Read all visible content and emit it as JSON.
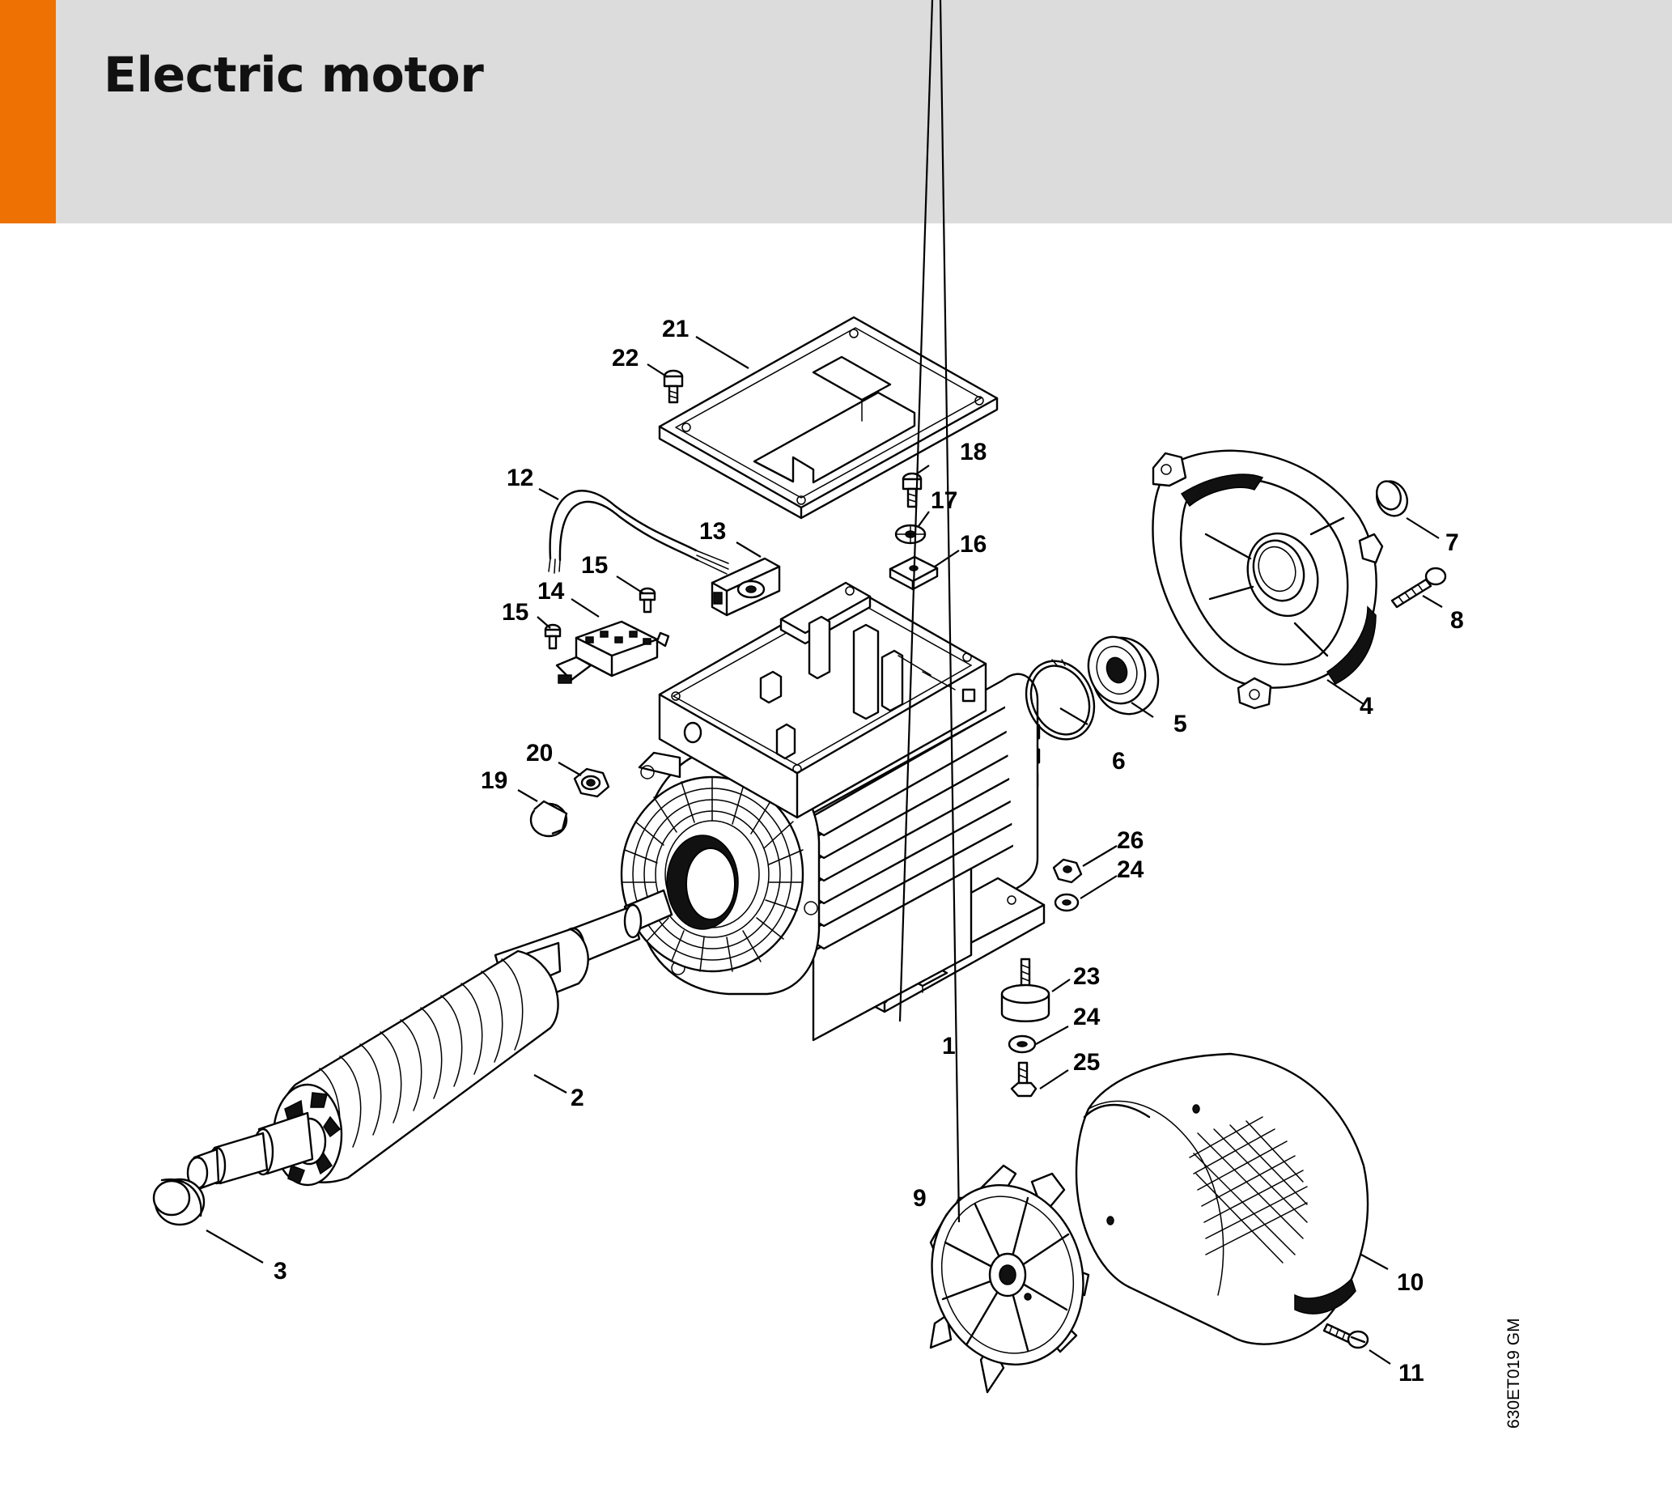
{
  "header": {
    "title": "Electric motor",
    "accent_color": "#ee7203",
    "band_color": "#dcdcdc"
  },
  "diagram": {
    "drawing_code": "630ET019 GM",
    "callouts": [
      "1",
      "2",
      "3",
      "4",
      "5",
      "6",
      "7",
      "8",
      "9",
      "10",
      "11",
      "12",
      "13",
      "14",
      "15",
      "15",
      "16",
      "17",
      "18",
      "19",
      "20",
      "21",
      "22",
      "23",
      "24",
      "24",
      "25",
      "26"
    ]
  }
}
